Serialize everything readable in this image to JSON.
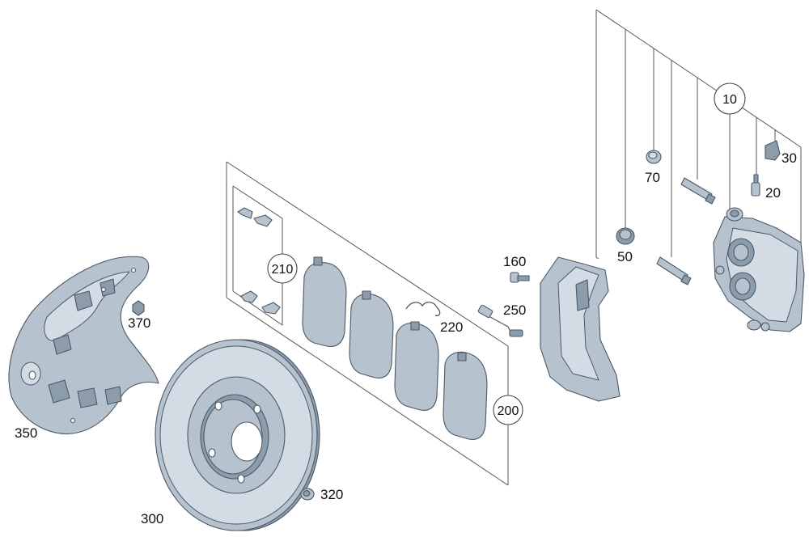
{
  "labels": {
    "p10": "10",
    "p20": "20",
    "p30": "30",
    "p50": "50",
    "p70": "70",
    "p160": "160",
    "p200": "200",
    "p210": "210",
    "p220": "220",
    "p250": "250",
    "p300": "300",
    "p320": "320",
    "p350": "350",
    "p370": "370"
  },
  "colors": {
    "part_fill": "#b6c3cf",
    "part_outline": "#4a5867",
    "leader_line": "#555555"
  }
}
